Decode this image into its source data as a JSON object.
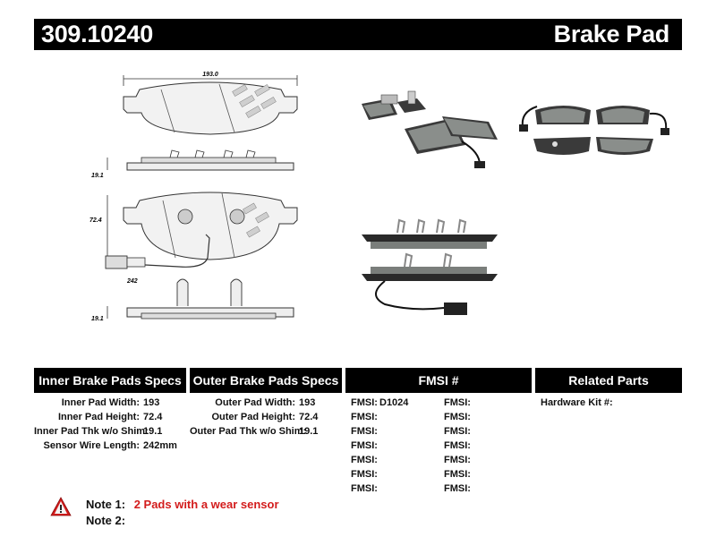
{
  "header": {
    "part_number": "309.10240",
    "product": "Brake Pad"
  },
  "drawing": {
    "width_dim": "193.0",
    "thickness_dim_top": "19.1",
    "height_dim": "72.4",
    "wire_dim": "242",
    "thickness_dim_bottom": "19.1"
  },
  "sections": {
    "inner": {
      "title": "Inner Brake Pads Specs",
      "rows": [
        {
          "label": "Inner Pad Width:",
          "value": "193"
        },
        {
          "label": "Inner Pad Height:",
          "value": "72.4"
        },
        {
          "label": "Inner Pad Thk w/o Shim:",
          "value": "19.1"
        },
        {
          "label": "Sensor Wire Length:",
          "value": "242mm"
        }
      ]
    },
    "outer": {
      "title": "Outer Brake Pads Specs",
      "rows": [
        {
          "label": "Outer Pad Width:",
          "value": "193"
        },
        {
          "label": "Outer Pad Height:",
          "value": "72.4"
        },
        {
          "label": "Outer Pad Thk w/o Shim:",
          "value": "19.1"
        }
      ]
    },
    "fmsi": {
      "title": "FMSI #",
      "label": "FMSI:",
      "col1_values": [
        "D1024",
        "",
        "",
        "",
        "",
        "",
        ""
      ],
      "col2_values": [
        "",
        "",
        "",
        "",
        "",
        "",
        ""
      ]
    },
    "related": {
      "title": "Related Parts",
      "rows": [
        {
          "label": "Hardware Kit #:",
          "value": ""
        }
      ]
    }
  },
  "notes": {
    "note1_label": "Note 1:",
    "note1_value": "2 Pads with a wear sensor",
    "note2_label": "Note 2:",
    "note2_value": ""
  },
  "colors": {
    "header_bg": "#000000",
    "note_red": "#d31c1c",
    "friction": "#8a8e8b",
    "backing": "#3a3a3a"
  }
}
